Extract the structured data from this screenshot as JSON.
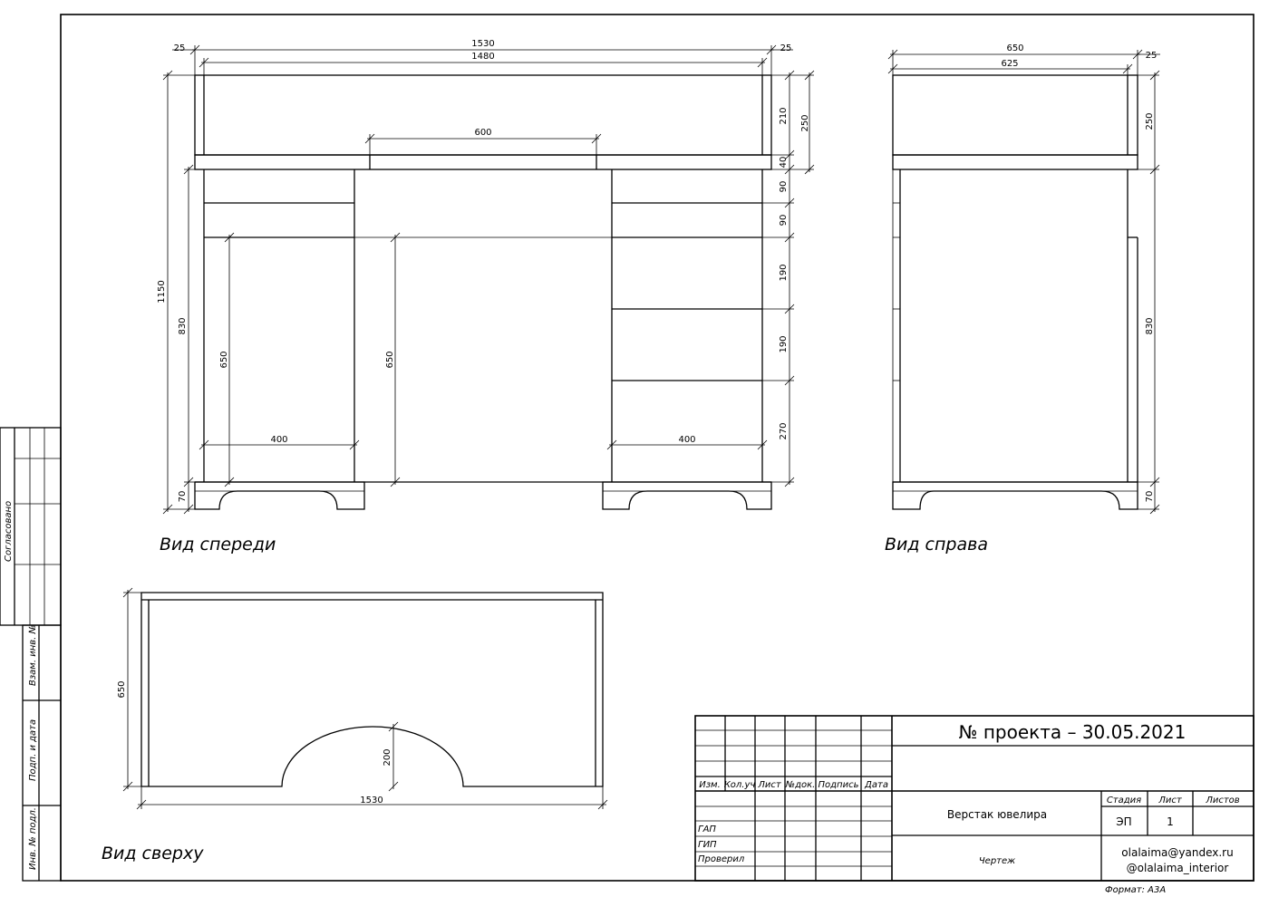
{
  "views": {
    "front_label": "Вид спереди",
    "right_label": "Вид справа",
    "top_label": "Вид сверху"
  },
  "front_dims": {
    "d25_left": "25",
    "d1530": "1530",
    "d1480": "1480",
    "d25_right": "25",
    "d600": "600",
    "d210": "210",
    "d250": "250",
    "d40": "40",
    "d90a": "90",
    "d90b": "90",
    "d190a": "190",
    "d190b": "190",
    "d270": "270",
    "d70": "70",
    "d1150": "1150",
    "d830": "830",
    "d650_left": "650",
    "d650_mid": "650",
    "d400_left": "400",
    "d400_right": "400"
  },
  "side_dims": {
    "d650": "650",
    "d625": "625",
    "d25": "25",
    "d250": "250",
    "d830": "830",
    "d70": "70"
  },
  "top_dims": {
    "d650": "650",
    "d200": "200",
    "d1530": "1530"
  },
  "left_strip": {
    "agreed": "Согласовано",
    "vzam": "Взам. инв. №",
    "podp": "Подп. и дата",
    "inv": "Инв. № подл."
  },
  "title_block": {
    "project": "№ проекта – 30.05.2021",
    "headers": [
      "Изм.",
      "Кол.уч",
      "Лист",
      "№док.",
      "Подпись",
      "Дата"
    ],
    "roles": [
      "ГАП",
      "ГИП",
      "Проверил"
    ],
    "object_name": "Верстак ювелира",
    "doc_type": "Чертеж",
    "stage_label": "Стадия",
    "sheet_label": "Лист",
    "sheets_label": "Листов",
    "stage_value": "ЭП",
    "sheet_value": "1",
    "email": "olalaima@yandex.ru",
    "insta": "@olalaima_interior",
    "format": "Формат: А3А"
  }
}
